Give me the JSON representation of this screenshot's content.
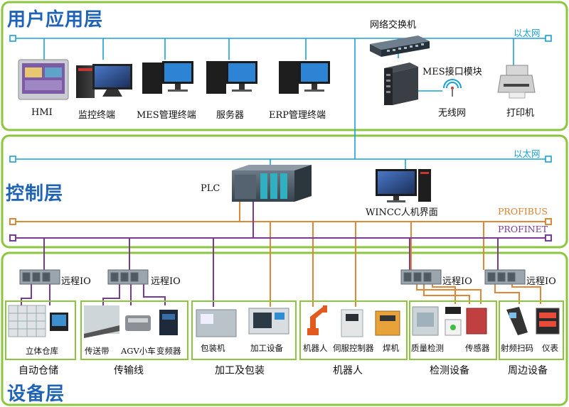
{
  "layers": {
    "user": "用户应用层",
    "control": "控制层",
    "device": "设备层"
  },
  "networks": {
    "ethernet_top": "以太网",
    "ethernet_mid": "以太网",
    "profibus": "PROFIBUS",
    "profinet": "PROFINET"
  },
  "user_layer": {
    "hmi": "HMI",
    "monitor": "监控终端",
    "mes_terminal": "MES管理终端",
    "server": "服务器",
    "erp_terminal": "ERP管理终端",
    "switch": "网络交换机",
    "mes_module": "MES接口模块",
    "wireless": "无线网",
    "printer": "打印机"
  },
  "control_layer": {
    "plc": "PLC",
    "wincc": "WINCC人机界面"
  },
  "device_layer": {
    "remote_io": "远程IO",
    "groups": {
      "warehouse": "自动仓储",
      "conveyor_line": "传输线",
      "processing": "加工及包装",
      "robot": "机器人",
      "inspection": "检测设备",
      "peripheral": "周边设备"
    },
    "items": {
      "stereo_warehouse": "立体仓库",
      "belt": "传送带",
      "agv": "AGV小车",
      "inverter": "变频器",
      "packer": "包装机",
      "machining": "加工设备",
      "robot_arm": "机器人",
      "servo": "伺服控制器",
      "welder": "焊机",
      "quality": "质量检测",
      "sensor": "传感器",
      "rfid": "射频扫码",
      "meter": "仪表"
    }
  },
  "colors": {
    "layer_border": "#8cc63f",
    "ethernet": "#1aa0d8",
    "profibus": "#e0883a",
    "profinet": "#7a3a96",
    "title": "#1f63b6"
  }
}
